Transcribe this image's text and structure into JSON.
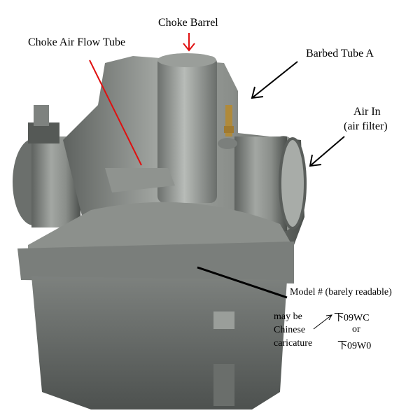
{
  "labels": {
    "choke_barrel": "Choke Barrel",
    "choke_air_flow_tube": "Choke Air Flow Tube",
    "barbed_tube_a": "Barbed Tube A",
    "air_in": "Air In",
    "air_filter": "(air filter)",
    "model_number": "Model # (barely readable)",
    "note_line1": "may be",
    "note_line2": "Chinese",
    "note_line3": "caricature",
    "model_option_1": "下09WC",
    "model_or": "or",
    "model_option_2": "下09W0"
  },
  "colors": {
    "red_arrow": "#e01010",
    "black_arrow": "#000000"
  }
}
